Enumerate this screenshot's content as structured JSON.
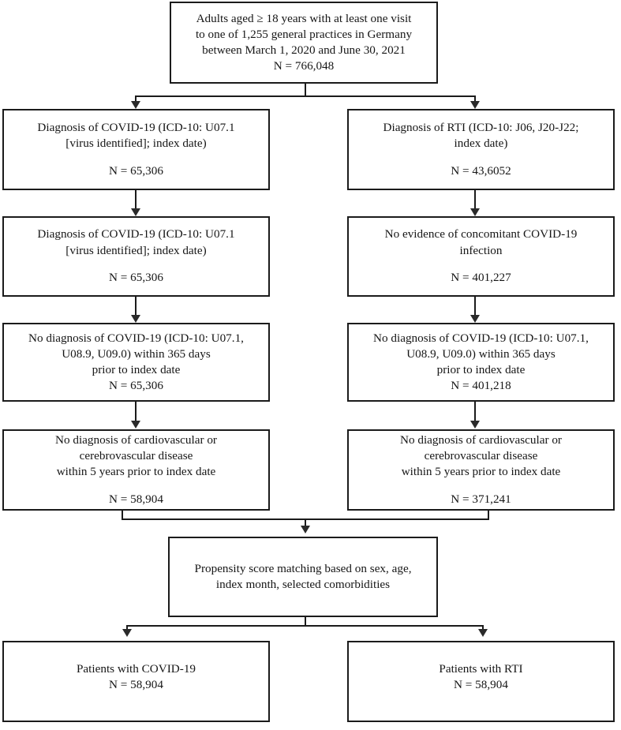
{
  "diagram": {
    "title": "Study population flow diagram",
    "type": "flowchart",
    "colors": {
      "box_border": "#1b1b1b",
      "connector": "#1b1b1b",
      "text": "#161616",
      "background": "#ffffff"
    }
  },
  "nodes": {
    "source": {
      "line1": "Adults aged ≥ 18 years with at least one visit",
      "line2": "to one of 1,255 general practices in Germany",
      "line3": "between March 1, 2020 and June 30, 2021",
      "count": "N = 766,048"
    },
    "covid_dx": {
      "line1": "Diagnosis of COVID-19 (ICD-10: U07.1",
      "line2": "[virus identified]; index date)",
      "count": "N = 65,306"
    },
    "rti_dx": {
      "line1": "Diagnosis of RTI (ICD-10: J06, J20-J22;",
      "line2": "index date)",
      "count": "N = 43,6052"
    },
    "covid_dx_2": {
      "line1": "Diagnosis of COVID-19 (ICD-10: U07.1",
      "line2": "[virus identified]; index date)",
      "count": "N = 65,306"
    },
    "rti_no_covid": {
      "line1": "No evidence of concomitant COVID-19",
      "line2": "infection",
      "count": "N = 401,227"
    },
    "covid_no_prior": {
      "line1": "No diagnosis of COVID-19 (ICD-10: U07.1,",
      "line2": "U08.9, U09.0) within 365 days",
      "line3": "prior to index date",
      "count": "N = 65,306"
    },
    "rti_no_prior": {
      "line1": "No diagnosis of COVID-19 (ICD-10: U07.1,",
      "line2": "U08.9, U09.0) within 365 days",
      "line3": "prior to index date",
      "count": "N = 401,218"
    },
    "covid_no_cvd": {
      "line1": "No diagnosis of cardiovascular or",
      "line2": "cerebrovascular disease",
      "line3": "within 5 years prior to index date",
      "count": "N = 58,904"
    },
    "rti_no_cvd": {
      "line1": "No diagnosis of cardiovascular or",
      "line2": "cerebrovascular disease",
      "line3": "within 5 years prior to index date",
      "count": "N = 371,241"
    },
    "matching": {
      "line1": "Propensity score matching based on sex, age,",
      "line2": "index month, selected comorbidities"
    },
    "final_covid": {
      "line1": "Patients with COVID-19",
      "count": "N = 58,904"
    },
    "final_rti": {
      "line1": "Patients with RTI",
      "count": "N = 58,904"
    }
  }
}
